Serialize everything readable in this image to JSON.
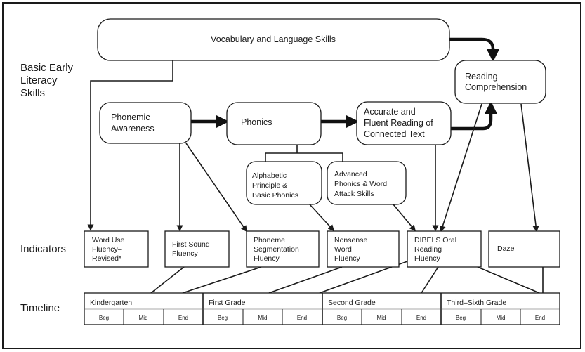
{
  "section_labels": {
    "basic_skills": [
      "Basic Early",
      "Literacy",
      "Skills"
    ],
    "indicators": "Indicators",
    "timeline": "Timeline"
  },
  "skills": {
    "vocabulary": "Vocabulary and Language Skills",
    "phonemic_awareness": [
      "Phonemic",
      "Awareness"
    ],
    "phonics": "Phonics",
    "accurate_fluent": [
      "Accurate and",
      "Fluent Reading of",
      "Connected Text"
    ],
    "reading_comprehension": [
      "Reading",
      "Comprehension"
    ],
    "alphabetic_principle": [
      "Alphabetic",
      "Principle &",
      "Basic Phonics"
    ],
    "advanced_phonics": [
      "Advanced",
      "Phonics & Word",
      "Attack Skills"
    ]
  },
  "indicators": {
    "word_use_fluency": [
      "Word Use",
      "Fluency–",
      "Revised*"
    ],
    "first_sound_fluency": [
      "First Sound",
      "Fluency"
    ],
    "phoneme_segmentation": [
      "Phoneme",
      "Segmentation",
      "Fluency"
    ],
    "nonsense_word": [
      "Nonsense",
      "Word",
      "Fluency"
    ],
    "dibels_orf": [
      "DIBELS Oral",
      "Reading",
      "Fluency"
    ],
    "daze": "Daze"
  },
  "timeline": {
    "grades": [
      "Kindergarten",
      "First Grade",
      "Second Grade",
      "Third–Sixth Grade"
    ],
    "periods": [
      "Beg",
      "Mid",
      "End"
    ]
  }
}
